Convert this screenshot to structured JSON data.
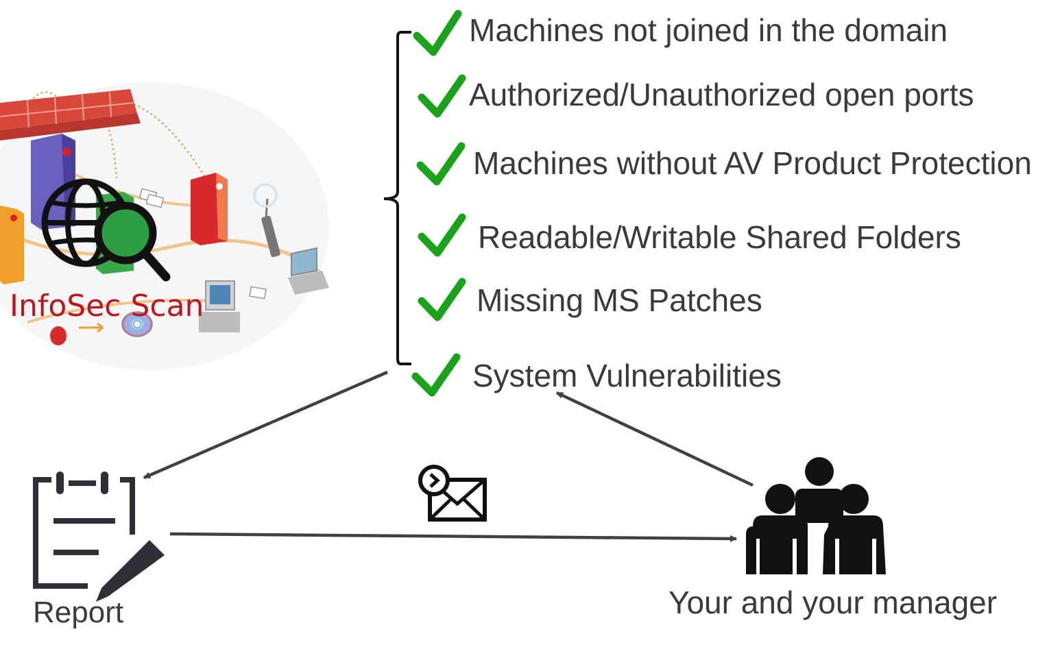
{
  "scan": {
    "label": "InfoSec Scan",
    "icon": "globe-magnifier-icon",
    "illustration": "network-servers-illustration"
  },
  "checklist": {
    "check_color": "#1aa31a",
    "items": [
      "Machines not joined in the domain",
      "Authorized/Unauthorized open ports",
      "Machines without AV Product Protection",
      "Readable/Writable Shared Folders",
      "Missing MS Patches",
      "System Vulnerabilities"
    ]
  },
  "report": {
    "label": "Report",
    "icon": "clipboard-pencil-icon"
  },
  "email": {
    "icon": "email-send-icon"
  },
  "people": {
    "label": "Your and your manager",
    "icon": "group-people-icon"
  },
  "colors": {
    "arrow": "#404040",
    "text": "#3a3a3a",
    "scan_label": "#c0141c"
  }
}
